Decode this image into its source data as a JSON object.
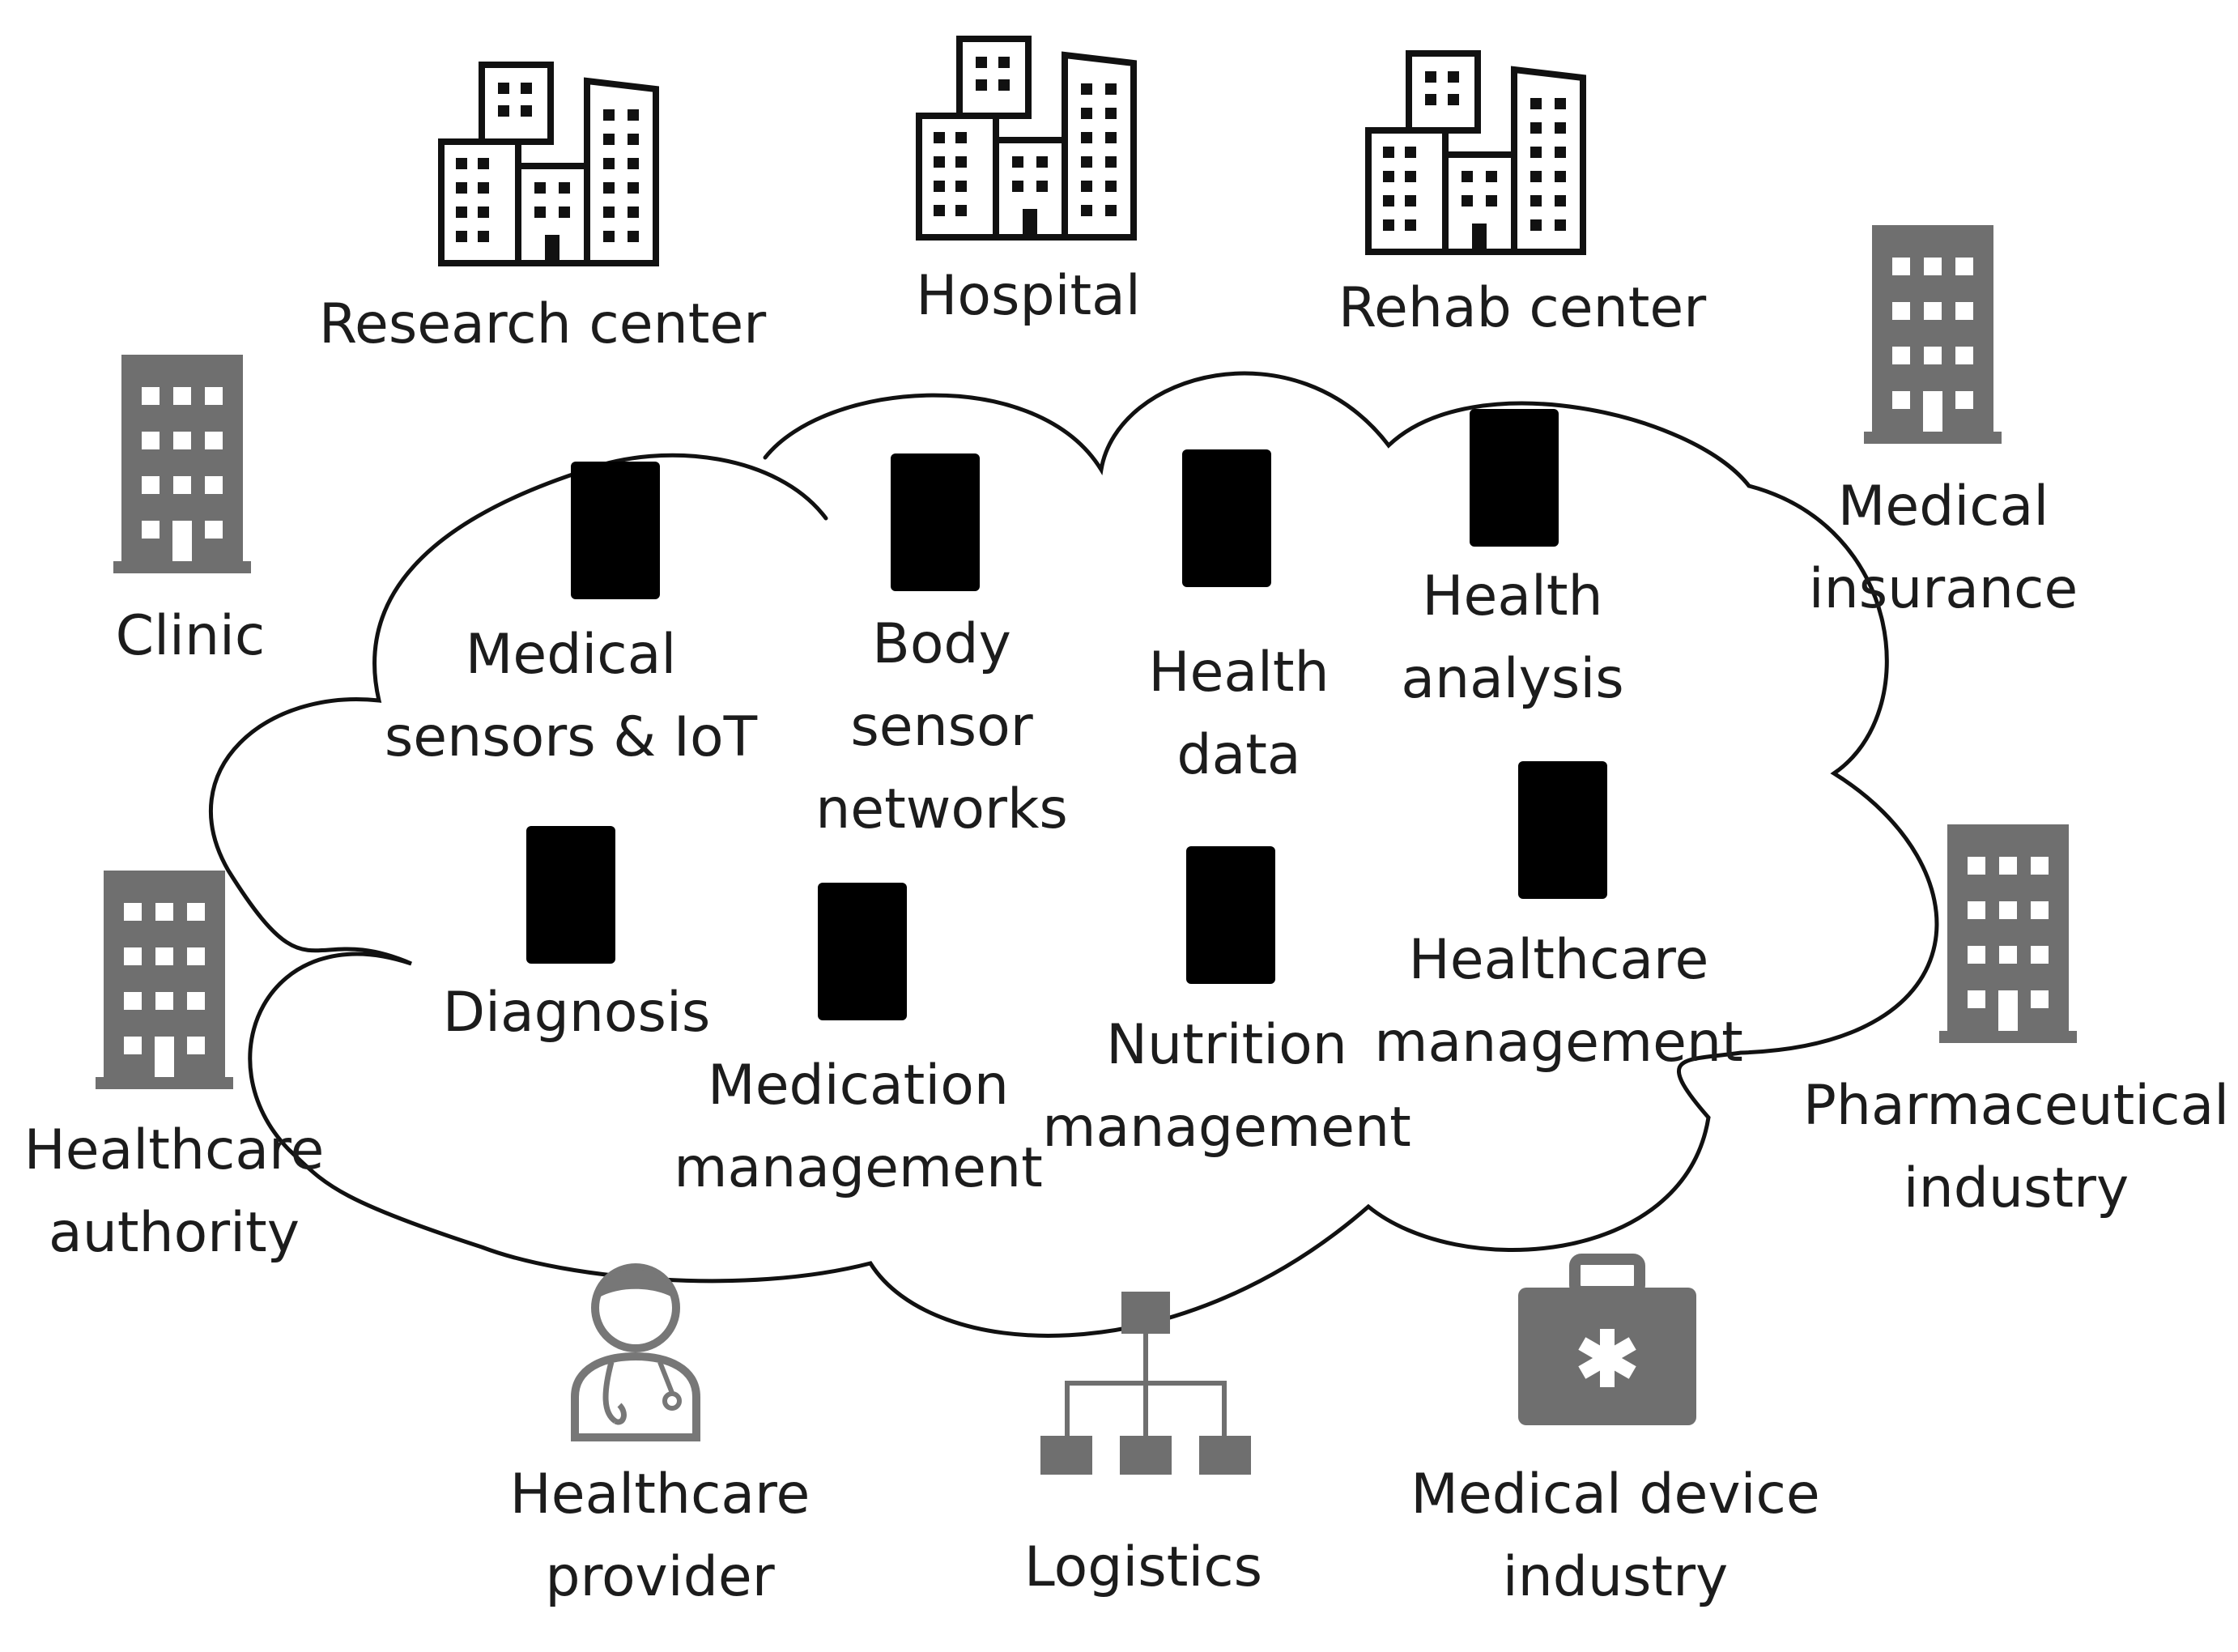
{
  "labels": {
    "research_center": "Research center",
    "hospital": "Hospital",
    "rehab_center": "Rehab center",
    "clinic": "Clinic",
    "medical_insurance": [
      "Medical",
      "insurance"
    ],
    "healthcare_authority": [
      "Healthcare",
      "authority"
    ],
    "pharmaceutical_industry": [
      "Pharmaceutical",
      "industry"
    ],
    "healthcare_provider": [
      "Healthcare",
      "provider"
    ],
    "logistics": "Logistics",
    "medical_device_industry": [
      "Medical device",
      "industry"
    ]
  },
  "cloud_services": {
    "medical_sensors_iot": [
      "Medical",
      "sensors & IoT"
    ],
    "body_sensor_networks": [
      "Body",
      "sensor",
      "networks"
    ],
    "health_data": [
      "Health",
      "data"
    ],
    "health_analysis": [
      "Health",
      "analysis"
    ],
    "diagnosis": "Diagnosis",
    "medication_management": [
      "Medication",
      "management"
    ],
    "nutrition_management": [
      "Nutrition",
      "management"
    ],
    "healthcare_management": [
      "Healthcare",
      "management"
    ]
  },
  "colors": {
    "server_blue": "#2f6ea6",
    "icon_gray": "#6f6f6f",
    "outline_black": "#111111"
  },
  "icons": {
    "outline_building": "office-buildings-icon",
    "gray_building": "building-icon",
    "server": "server-rack-icon",
    "doctor": "doctor-icon",
    "org_chart": "org-chart-icon",
    "medical_kit": "medical-kit-icon"
  }
}
